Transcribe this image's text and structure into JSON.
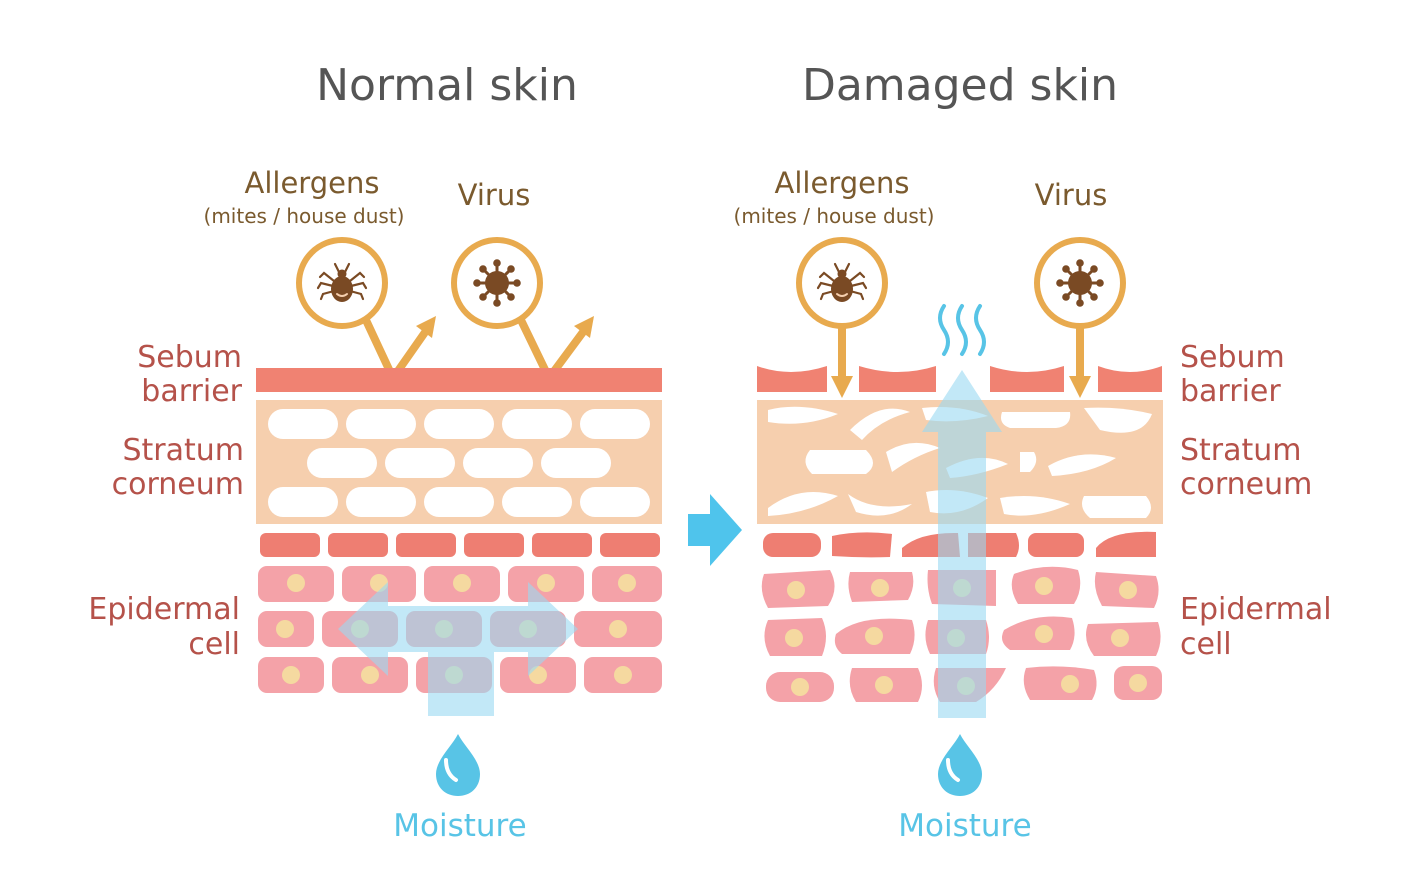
{
  "panels": {
    "normal": {
      "title": "Normal skin",
      "allergens_label": "Allergens",
      "allergens_sub": "(mites / house dust)",
      "virus_label": "Virus",
      "sebum_line1": "Sebum",
      "sebum_line2": "barrier",
      "stratum_line1": "Stratum",
      "stratum_line2": "corneum",
      "epidermal_line1": "Epidermal",
      "epidermal_line2": "cell",
      "moisture_label": "Moisture"
    },
    "damaged": {
      "title": "Damaged skin",
      "allergens_label": "Allergens",
      "allergens_sub": "(mites / house dust)",
      "virus_label": "Virus",
      "sebum_line1": "Sebum",
      "sebum_line2": "barrier",
      "stratum_line1": "Stratum",
      "stratum_line2": "corneum",
      "epidermal_line1": "Epidermal",
      "epidermal_line2": "cell",
      "moisture_label": "Moisture"
    }
  },
  "colors": {
    "title_gray": "#555555",
    "label_brown": "#7a5a2e",
    "layer_label": "#b5524a",
    "moisture_blue": "#58c4e6",
    "sebum": "#f08272",
    "stratum": "#f6cfae",
    "cell_pink": "#f4a2a8",
    "cell_dark": "#ee7e72",
    "nucleus": "#f5d9a0",
    "icon_ring": "#e8aa4e",
    "icon_fill": "#7a4a24",
    "arrow_blue": "#4fc4ec"
  },
  "icons": [
    "mite-icon",
    "virus-icon",
    "water-drop-icon",
    "arrow-right-icon",
    "steam-icon"
  ]
}
